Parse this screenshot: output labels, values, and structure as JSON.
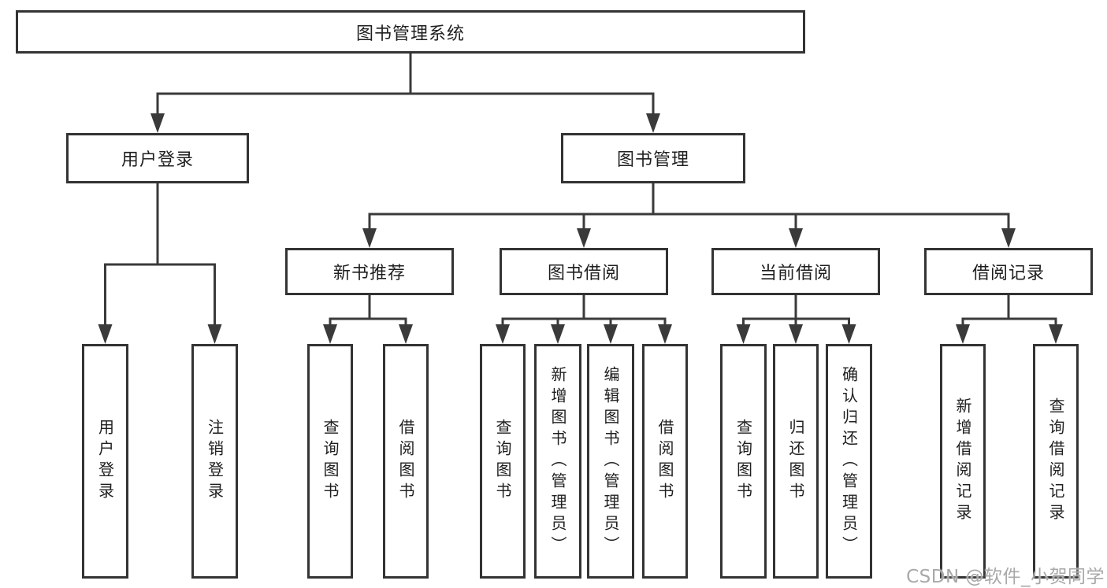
{
  "diagram": {
    "root": {
      "label": "图书管理系统"
    },
    "user_login": {
      "label": "用户登录",
      "children": [
        {
          "label": "用户登录"
        },
        {
          "label": "注销登录"
        }
      ]
    },
    "book_management": {
      "label": "图书管理",
      "sections": [
        {
          "label": "新书推荐",
          "children": [
            {
              "label": "查询图书"
            },
            {
              "label": "借阅图书"
            }
          ]
        },
        {
          "label": "图书借阅",
          "children": [
            {
              "label": "查询图书"
            },
            {
              "label": "新增图书（管理员）"
            },
            {
              "label": "编辑图书（管理员）"
            },
            {
              "label": "借阅图书"
            }
          ]
        },
        {
          "label": "当前借阅",
          "children": [
            {
              "label": "查询图书"
            },
            {
              "label": "归还图书"
            },
            {
              "label": "确认归还（管理员）"
            }
          ]
        },
        {
          "label": "借阅记录",
          "children": [
            {
              "label": "新增借阅记录"
            },
            {
              "label": "查询借阅记录"
            }
          ]
        }
      ]
    }
  },
  "watermark": {
    "text": "CSDN @软件_小贺同学"
  },
  "colors": {
    "line": "#3a3a3a",
    "border": "#333333",
    "text": "#1f1f1f",
    "watermark": "#a9a9a9"
  }
}
